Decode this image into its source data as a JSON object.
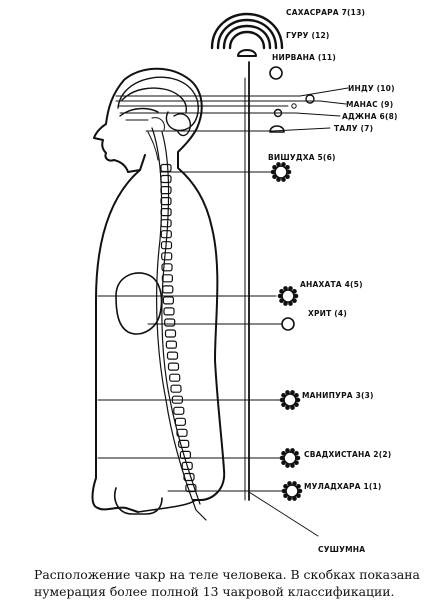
{
  "chakras": [
    {
      "id": "sahasrara",
      "label": "САХАСРАРА 7(13)",
      "kind": "arcs"
    },
    {
      "id": "guru",
      "label": "ГУРУ (12)",
      "kind": "half"
    },
    {
      "id": "nirvana",
      "label": "НИРВАНА (11)",
      "kind": "circle"
    },
    {
      "id": "indu",
      "label": "ИНДУ (10)",
      "kind": "circle"
    },
    {
      "id": "manas",
      "label": "МАНАС (9)",
      "kind": "circle"
    },
    {
      "id": "ajna",
      "label": "АДЖНА 6(8)",
      "kind": "circle"
    },
    {
      "id": "talu",
      "label": "ТАЛУ (7)",
      "kind": "half"
    },
    {
      "id": "vishuddha",
      "label": "ВИШУДХА 5(6)",
      "kind": "lotus"
    },
    {
      "id": "anahata",
      "label": "АНАХАТА 4(5)",
      "kind": "lotus"
    },
    {
      "id": "hrit",
      "label": "ХРИТ (4)",
      "kind": "circle"
    },
    {
      "id": "manipura",
      "label": "МАНИПУРА 3(3)",
      "kind": "lotus"
    },
    {
      "id": "svadhisthana",
      "label": "СВАДХИСТАНА 2(2)",
      "kind": "lotus"
    },
    {
      "id": "muladhara",
      "label": "МУЛАДХАРА 1(1)",
      "kind": "lotus"
    }
  ],
  "sushumna_label": "СУШУМНА",
  "caption": {
    "line1": "Расположение чакр на теле человека. В скобках показана",
    "line2": "нумерация более полной 13 чакровой классификации."
  }
}
